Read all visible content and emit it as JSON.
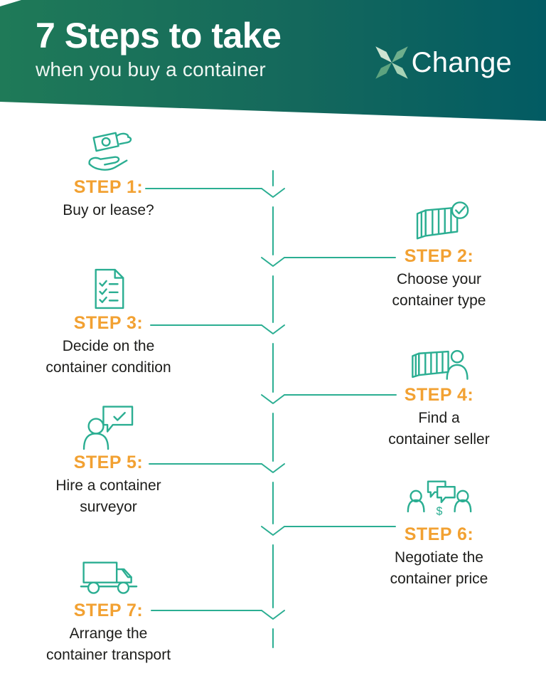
{
  "header": {
    "title": "7 Steps to take",
    "subtitle": "when you buy a container",
    "logo_text": "Change",
    "logo_mark": "xchange-x-star",
    "gradient_left": "#1F7A58",
    "gradient_right": "#025B63"
  },
  "colors": {
    "accent_teal": "#2BAE92",
    "step_label_orange": "#F2A132",
    "text_dark": "#1D1D1B",
    "background": "#FFFFFF"
  },
  "flow": {
    "direction": "top-to-bottom",
    "connector_style": "teal line with downward chevrons"
  },
  "steps": [
    {
      "label": "STEP 1:",
      "description": "Buy or lease?",
      "side": "left",
      "icon": "money-hand-icon"
    },
    {
      "label": "STEP 2:",
      "description": "Choose your\ncontainer type",
      "side": "right",
      "icon": "container-check-icon"
    },
    {
      "label": "STEP 3:",
      "description": "Decide on the\ncontainer condition",
      "side": "left",
      "icon": "checklist-icon"
    },
    {
      "label": "STEP 4:",
      "description": "Find a\ncontainer seller",
      "side": "right",
      "icon": "container-seller-icon"
    },
    {
      "label": "STEP 5:",
      "description": "Hire a container\nsurveyor",
      "side": "left",
      "icon": "surveyor-speech-check-icon"
    },
    {
      "label": "STEP 6:",
      "description": "Negotiate the\ncontainer price",
      "side": "right",
      "icon": "negotiation-dollar-icon"
    },
    {
      "label": "STEP 7:",
      "description": "Arrange the\ncontainer transport",
      "side": "left",
      "icon": "truck-icon"
    }
  ]
}
